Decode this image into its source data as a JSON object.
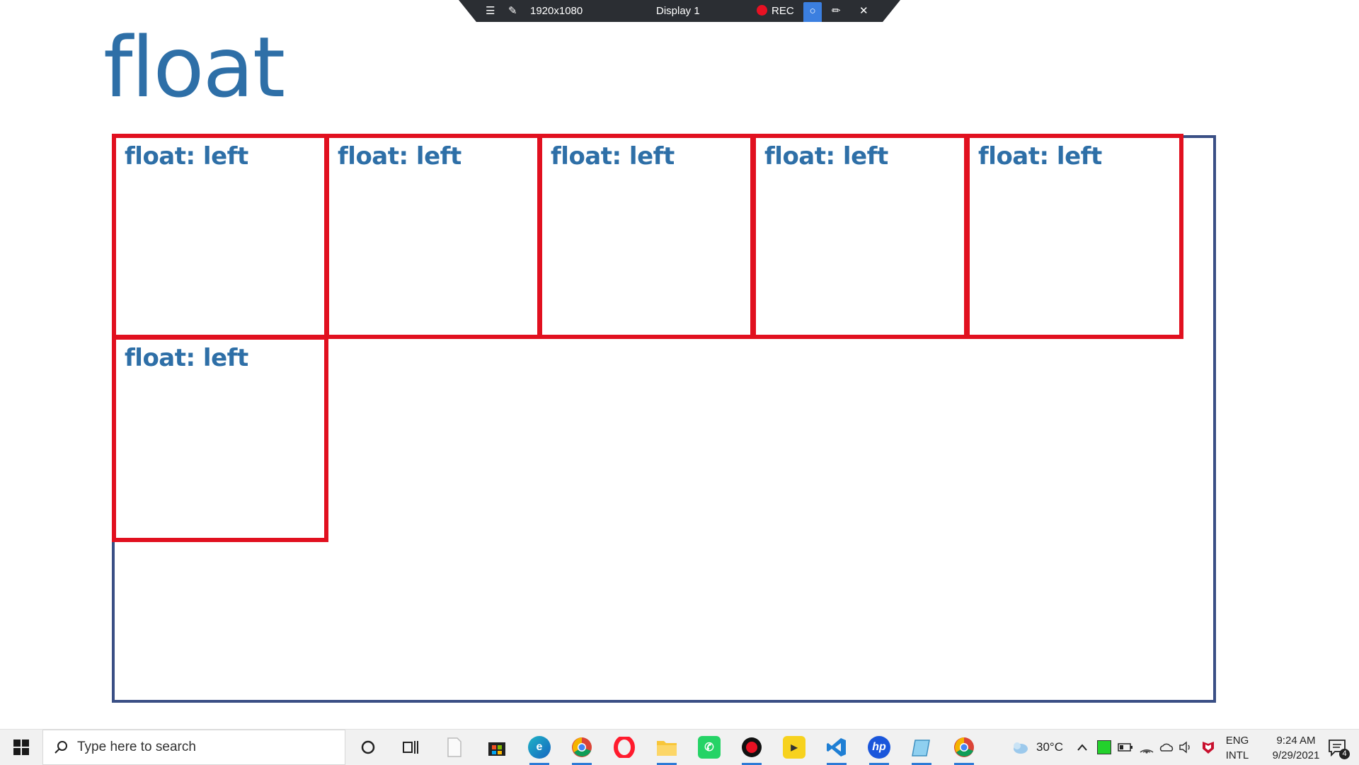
{
  "recorder_toolbar": {
    "resolution": "1920x1080",
    "display": "Display 1",
    "rec_label": "REC"
  },
  "slide": {
    "title": "float",
    "boxes": [
      {
        "label": "float: left"
      },
      {
        "label": "float: left"
      },
      {
        "label": "float: left"
      },
      {
        "label": "float: left"
      },
      {
        "label": "float: left"
      },
      {
        "label": "float: left"
      }
    ],
    "colors": {
      "title": "#2e6fa7",
      "box_border": "#e1101f",
      "container_border": "#3a4f85"
    }
  },
  "taskbar": {
    "search_placeholder": "Type here to search",
    "apps": [
      "cortana-icon",
      "task-view-icon",
      "file-icon",
      "store-icon",
      "edge-icon",
      "chrome-icon",
      "opera-icon",
      "file-explorer-icon",
      "whatsapp-icon",
      "record-icon",
      "player-icon",
      "vscode-icon",
      "hp-icon",
      "notepad-icon",
      "chrome-icon"
    ],
    "weather": "30°C",
    "language": "ENG",
    "keyboard": "INTL",
    "time": "9:24 AM",
    "date": "9/29/2021",
    "notifications": "4"
  }
}
